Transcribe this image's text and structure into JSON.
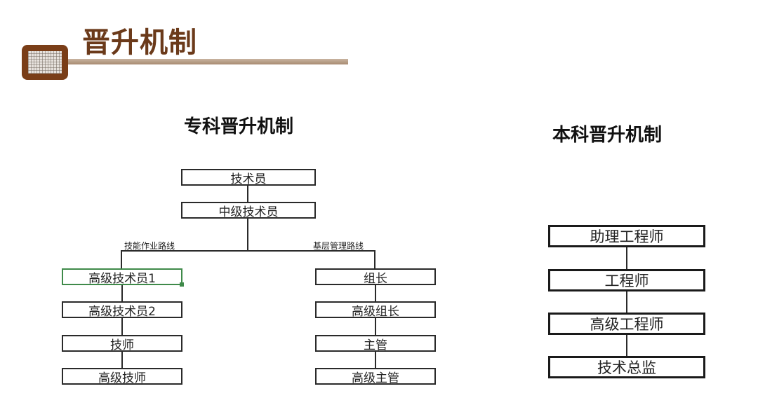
{
  "header": {
    "title": "晋升机制"
  },
  "left_section": {
    "title": "专科晋升机制",
    "top_nodes": [
      "技术员",
      "中级技术员"
    ],
    "branch_left": {
      "label": "技能作业路线",
      "nodes": [
        "高级技术员1",
        "高级技术员2",
        "技师",
        "高级技师"
      ]
    },
    "branch_right": {
      "label": "基层管理路线",
      "nodes": [
        "组长",
        "高级组长",
        "主管",
        "高级主管"
      ]
    }
  },
  "right_section": {
    "title": "本科晋升机制",
    "nodes": [
      "助理工程师",
      "工程师",
      "高级工程师",
      "技术总监"
    ]
  },
  "colors": {
    "title_brown": "#6b3a1a",
    "badge_brown": "#7a3e18",
    "selection_green": "#3f8a4a"
  }
}
